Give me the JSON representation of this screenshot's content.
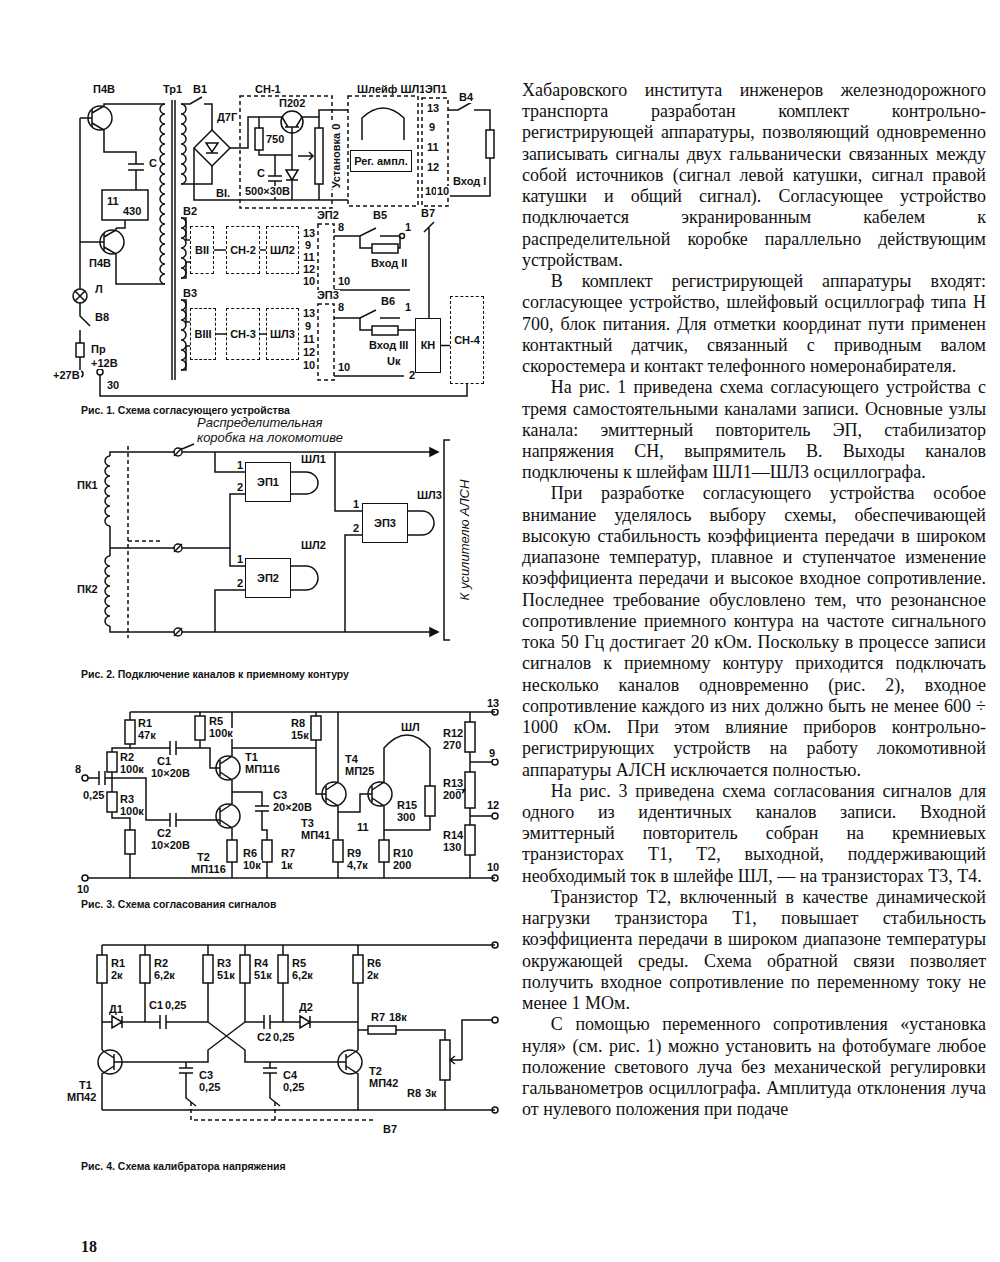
{
  "diagram": {
    "nodes": [
      {
        "text": [
          "Рег. ампл."
        ]
      },
      {
        "text": [
          "ВII"
        ]
      },
      {
        "text": [
          "СН-2"
        ]
      },
      {
        "text": [
          "ШЛ2"
        ]
      },
      {
        "text": [
          "ВIII"
        ]
      },
      {
        "text": [
          "СН-3"
        ]
      },
      {
        "text": [
          "ШЛ3"
        ]
      },
      {
        "text": [
          "КН"
        ]
      },
      {
        "text": [
          "СН-4"
        ]
      },
      {
        "text": [
          "ЭП1"
        ]
      },
      {
        "text": [
          "ЭП2"
        ]
      },
      {
        "text": [
          "ЭП3"
        ]
      }
    ],
    "edges": [
      {
        "from": 1,
        "to": 2,
        "arrow": "none"
      },
      {
        "from": 2,
        "to": 3,
        "arrow": "none"
      },
      {
        "from": 4,
        "to": 5,
        "arrow": "none"
      },
      {
        "from": 5,
        "to": 6,
        "arrow": "none"
      },
      {
        "from": 7,
        "to": 8,
        "arrow": "none"
      }
    ],
    "labels": [
      "П4В",
      "С",
      "11",
      "430",
      "П4В",
      "Тр1",
      "В1",
      "Д7Г",
      "СН-1",
      "П202",
      "750",
      "ВI.",
      "С",
      "500×30В",
      "Установка 0",
      "Шлейф ШЛ1",
      "ЭП1",
      "13",
      "9",
      "11",
      "12",
      "10",
      "10",
      "В4",
      "Вход I",
      "В2",
      "ЭП2",
      "13",
      "8",
      "9",
      "11",
      "12",
      "10",
      "10",
      "В5",
      "1",
      "Вход II",
      "В7",
      "В3",
      "ЭП3",
      "13",
      "8",
      "9",
      "11",
      "12",
      "10",
      "10",
      "В6",
      "1",
      "Вход III",
      "Uк",
      "2",
      "Л",
      "В8",
      "Пр",
      "+12В",
      "+27В",
      "30",
      "Рис. 1. Схема согласующего устройства",
      "Распределительная коробка на локомотиве",
      "ПК1",
      "ПК2",
      "1",
      "2",
      "ШЛ1",
      "1",
      "2",
      "ШЛ2",
      "1",
      "2",
      "ШЛ3",
      "К усилителю АЛСН",
      "Рис. 2. Подключение каналов к приемному контуру",
      "R1",
      "47к",
      "R5",
      "100к",
      "R2",
      "100к",
      "8",
      "0,25",
      "R3",
      "100к",
      "C1",
      "10×20В",
      "T1",
      "МП116",
      "C2",
      "10×20В",
      "T2",
      "МП116",
      "R6",
      "10к",
      "C3",
      "20×20В",
      "R7",
      "1к",
      "R8",
      "15к",
      "T3",
      "МП41",
      "T4",
      "МП25",
      "R9",
      "4,7к",
      "ШЛ",
      "11",
      "R15",
      "300",
      "R10",
      "200",
      "13",
      "R12",
      "270",
      "9",
      "R13",
      "200",
      "12",
      "R14",
      "130",
      "10",
      "10",
      "Рис. 3. Схема согласования сигналов",
      "R1",
      "2к",
      "R2",
      "6,2к",
      "R3",
      "51к",
      "R4",
      "51к",
      "R5",
      "6,2к",
      "R6",
      "2к",
      "Д1",
      "C1",
      "0,25",
      "C2",
      "0,25",
      "Д2",
      "R7",
      "18к",
      "T1",
      "МП42",
      "C3",
      "0,25",
      "C4",
      "0,25",
      "T2",
      "МП42",
      "R8",
      "3к",
      "В7",
      "Рис. 4. Схема калибратора напряжения",
      "18",
      "Хабаровского института инженеров железнодорожного транспорта разработан комплект контрольно-регистрирующей аппаратуры, позволяющий одновременно записывать сигналы двух гальванически связанных между собой источников (сигнал левой катушки, сигнал правой катушки и общий сигнал). Согласующее устройство подключается экранированным кабелем к распределительной коробке параллельно действующим устройствам.",
      "В комплект регистрирующей аппаратуры входят: согласующее устройство, шлейфовый осциллограф типа Н 700, блок питания. Для отметки координат пути применен контактный датчик, связанный с приводным валом скоростемера и контакт телефонного номеронабирателя.",
      "На рис. 1 приведена схема согласующего устройства с тремя самостоятельными каналами записи. Основные узлы канала: эмиттерный повторитель ЭП, стабилизатор напряжения СН, выпрямитель В. Выходы каналов подключены к шлейфам ШЛ1—ШЛ3 осциллографа.",
      "При разработке согласующего устройства особое внимание уделялось выбору схемы, обеспечивающей высокую стабильность коэффициента передачи в широком диапазоне температур, плавное и ступенчатое изменение коэффициента передачи и высокое входное сопротивление. Последнее требование обусловлено тем, что резонансное сопротивление приемного контура на частоте сигнального тока 50 Гц достигает 20 кОм. Поскольку в процессе записи сигналов к приемному контуру приходится подключать несколько каналов одновременно (рис. 2), входное сопротивление каждого из них должно быть не менее 600 ÷ 1000 кОм. При этом влияние приборов контрольно-регистрирующих устройств на работу локомотивной аппаратуры АЛСН исключается полностью.",
      "На рис. 3 приведена схема согласования сигналов для одного из идентичных каналов записи. Входной эмиттерный повторитель собран на кремниевых транзисторах Т1, Т2, выходной, поддерживающий необходимый ток в шлейфе ШЛ, — на транзисторах Т3, Т4.",
      "Транзистор Т2, включенный в качестве динамической нагрузки транзистора Т1, повышает стабильность коэффициента передачи в широком диапазоне температуры окружающей среды. Схема обратной связи позволяет получить входное сопротивление по переменному току не менее 1 МОм.",
      "С помощью переменного сопротивления «установка нуля» (см. рис. 1) можно установить на фотобумаге любое положение светового луча без механической регулировки гальванометров осциллографа. Амплитуда отклонения луча от нулевого положения при подаче"
    ]
  }
}
